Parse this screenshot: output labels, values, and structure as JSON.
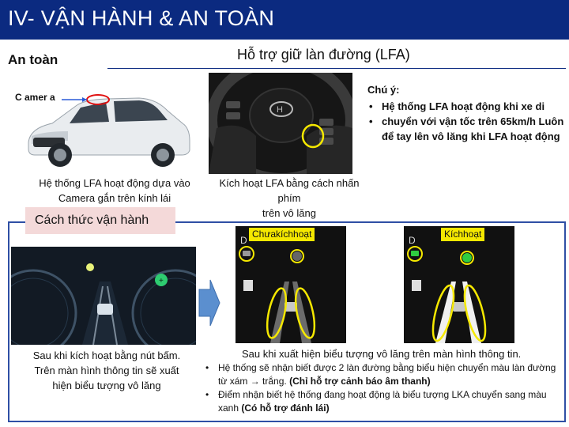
{
  "header": {
    "title": "IV- VẬN HÀNH & AN TOÀN"
  },
  "section": {
    "label": "An toàn"
  },
  "feature": {
    "heading": "Hỗ trợ giữ làn đường (LFA)"
  },
  "car": {
    "camera_label": "C amer a",
    "caption_line1": "Hệ thống LFA hoạt động dựa vào",
    "caption_line2": "Camera gắn trên kính lái"
  },
  "wheel": {
    "caption_line1": "Kích hoạt LFA bằng cách nhấn phím",
    "caption_line2": "trên vô lăng"
  },
  "notes": {
    "title": "Chú ý:",
    "items": [
      "Hệ thống LFA hoạt động khi xe di",
      "chuyển với vận tốc trên 65km/h Luôn để tay lên vô lăng khi LFA hoạt động"
    ]
  },
  "operation": {
    "header": "Cách thức vận hành",
    "off_label": "Chưakíchhoạt",
    "on_label": "Kíchhoạt",
    "cluster_caption_line1": "Sau khi kích hoạt bằng nút bấm.",
    "cluster_caption_line2": "Trên màn hình thông tin sẽ xuất",
    "cluster_caption_line3": "hiện biểu tượng vô lăng",
    "screen_caption": "Sau khi xuất hiện biểu tượng vô lăng trên màn hình thông tin.",
    "bullet1_text": "Hệ thống sẽ nhận biết được 2 làn đường bằng biểu hiện chuyển màu làn đường từ xám → trắng.",
    "bullet1_bold": "(Chỉ hỗ trợ cảnh báo âm thanh)",
    "bullet2_text": "Điểm nhận biết hệ thống đang hoạt động là biểu tượng LKA chuyển sang màu xanh",
    "bullet2_bold": "(Có hỗ trợ đánh lái)"
  },
  "colors": {
    "title_bar": "#0b2a80",
    "box_border": "#2f4fa5",
    "header_fill": "#f4d9d9",
    "label_fill": "#f5e800",
    "highlight": "#f5e800",
    "lka_active": "#2ecc40"
  }
}
